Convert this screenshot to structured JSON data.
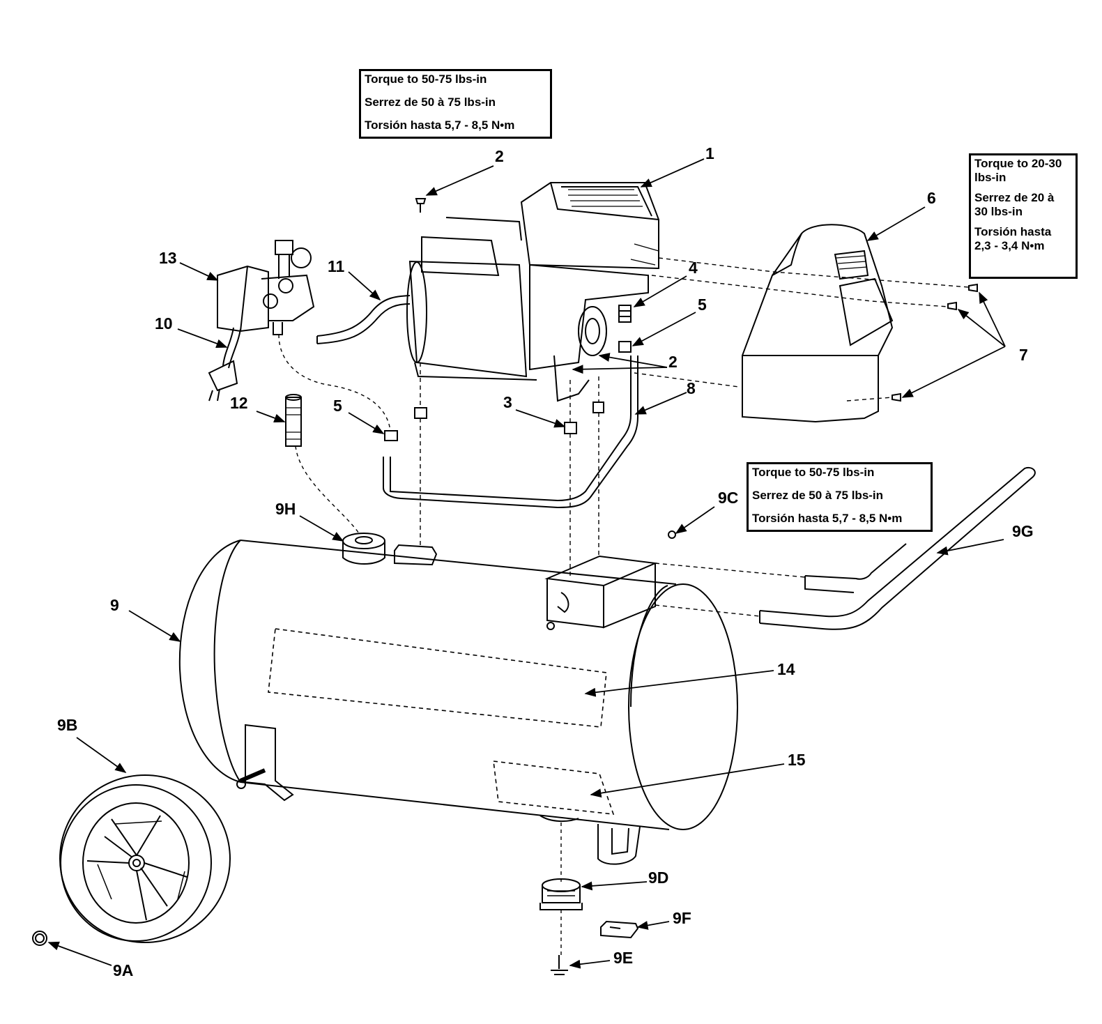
{
  "notes": {
    "top": {
      "lines": [
        "Torque to 50-75 lbs-in",
        "Serrez de 50 à 75 lbs-in",
        "Torsión hasta 5,7 - 8,5 N•m"
      ]
    },
    "right": {
      "lines": [
        "Torque to 20-30",
        "lbs-in",
        "Serrez de 20 à",
        "30 lbs-in",
        "Torsión hasta",
        "2,3 - 3,4 N•m"
      ]
    },
    "middle": {
      "lines": [
        "Torque to 50-75 lbs-in",
        "Serrez de 50 à 75 lbs-in",
        "Torsión hasta 5,7 - 8,5 N•m"
      ]
    }
  },
  "labels": {
    "p1": "1",
    "p2a": "2",
    "p2b": "2",
    "p3": "3",
    "p4": "4",
    "p5a": "5",
    "p5b": "5",
    "p6": "6",
    "p7": "7",
    "p8": "8",
    "p9": "9",
    "p9a": "9A",
    "p9b": "9B",
    "p9c": "9C",
    "p9d": "9D",
    "p9e": "9E",
    "p9f": "9F",
    "p9g": "9G",
    "p9h": "9H",
    "p10": "10",
    "p11": "11",
    "p12": "12",
    "p13": "13",
    "p14": "14",
    "p15": "15"
  }
}
